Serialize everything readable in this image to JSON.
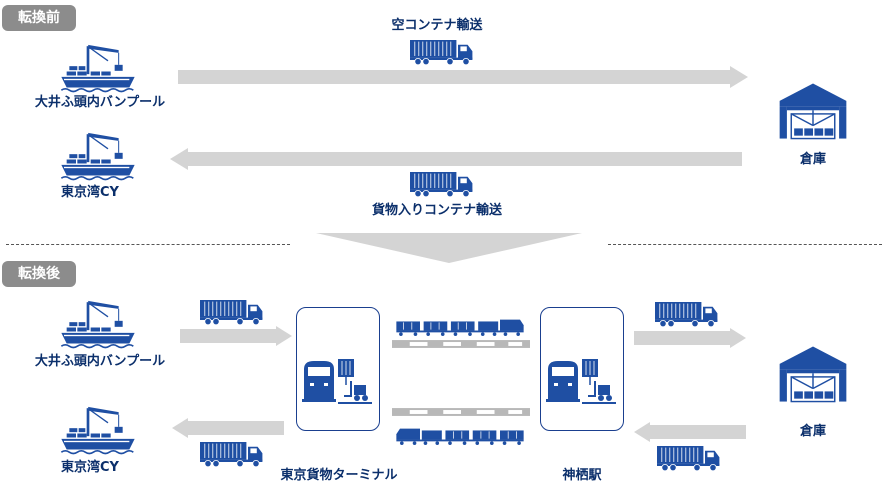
{
  "before": {
    "badge": "転換前",
    "port_top": "大井ふ頭内バンプール",
    "port_bottom": "東京湾CY",
    "warehouse": "倉庫",
    "empty_transport": "空コンテナ輸送",
    "loaded_transport": "貨物入りコンテナ輸送"
  },
  "after": {
    "badge": "転換後",
    "port_top": "大井ふ頭内バンプール",
    "port_bottom": "東京湾CY",
    "warehouse": "倉庫",
    "terminal": "東京貨物ターミナル",
    "station": "神栖駅"
  },
  "colors": {
    "icon_blue": "#1f4fa3",
    "label_navy": "#0b2f6b",
    "arrow_gray": "#d4d4d4",
    "badge_gray": "#8c8c8c"
  },
  "icons": [
    "ship-crane-icon",
    "truck-icon",
    "warehouse-icon",
    "freight-train-icon",
    "locomotive-icon",
    "forklift-icon",
    "down-arrow"
  ]
}
